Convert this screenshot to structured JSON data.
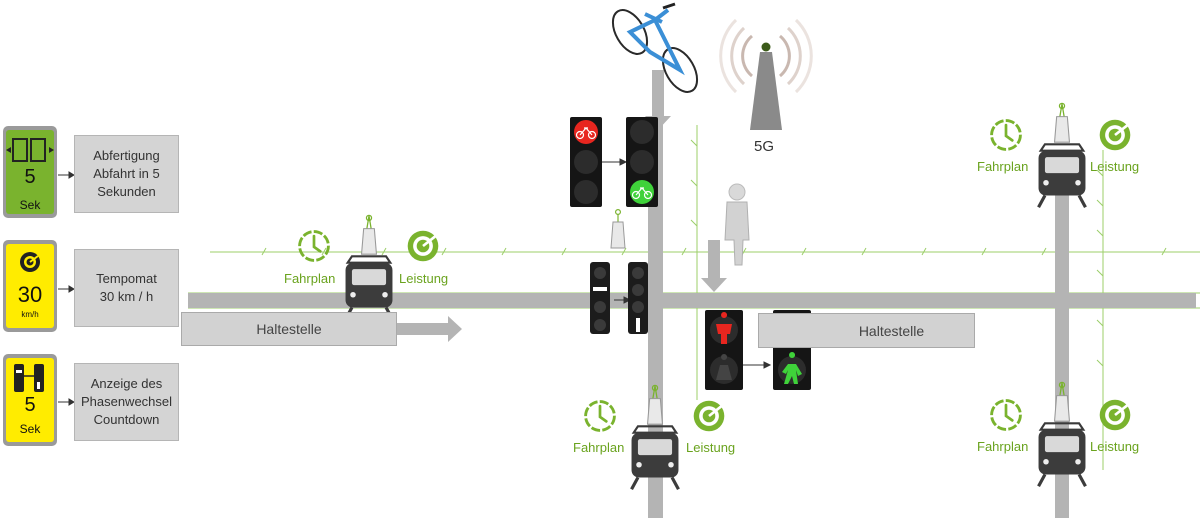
{
  "left_panel": [
    {
      "display": {
        "type": "door-timer",
        "value": "5",
        "unit": "Sek",
        "bg": "#7ab32e"
      },
      "text_lines": [
        "Abfertigung",
        "Abfahrt in 5",
        "Sekunden"
      ]
    },
    {
      "display": {
        "type": "speed",
        "value": "30",
        "unit": "km/h",
        "bg": "#ffec00"
      },
      "text_lines": [
        "Tempomat",
        "30 km / h"
      ]
    },
    {
      "display": {
        "type": "phase-countdown",
        "value": "5",
        "unit": "Sek",
        "bg": "#ffec00"
      },
      "text_lines": [
        "Anzeige des",
        "Phasenwechsel",
        "Countdown"
      ]
    }
  ],
  "stops": [
    {
      "label": "Haltestelle"
    },
    {
      "label": "Haltestelle"
    }
  ],
  "trams": [
    {
      "fahrplan_label": "Fahrplan",
      "leistung_label": "Leistung"
    },
    {
      "fahrplan_label": "Fahrplan",
      "leistung_label": "Leistung"
    },
    {
      "fahrplan_label": "Fahrplan",
      "leistung_label": "Leistung"
    },
    {
      "fahrplan_label": "Fahrplan",
      "leistung_label": "Leistung"
    }
  ],
  "tower": {
    "label": "5G"
  },
  "colors": {
    "accent_green": "#7ab32e",
    "signal_red": "#e8261f",
    "signal_green": "#3fd23a",
    "track_gray": "#b4b4b4",
    "yellow": "#ffec00"
  }
}
